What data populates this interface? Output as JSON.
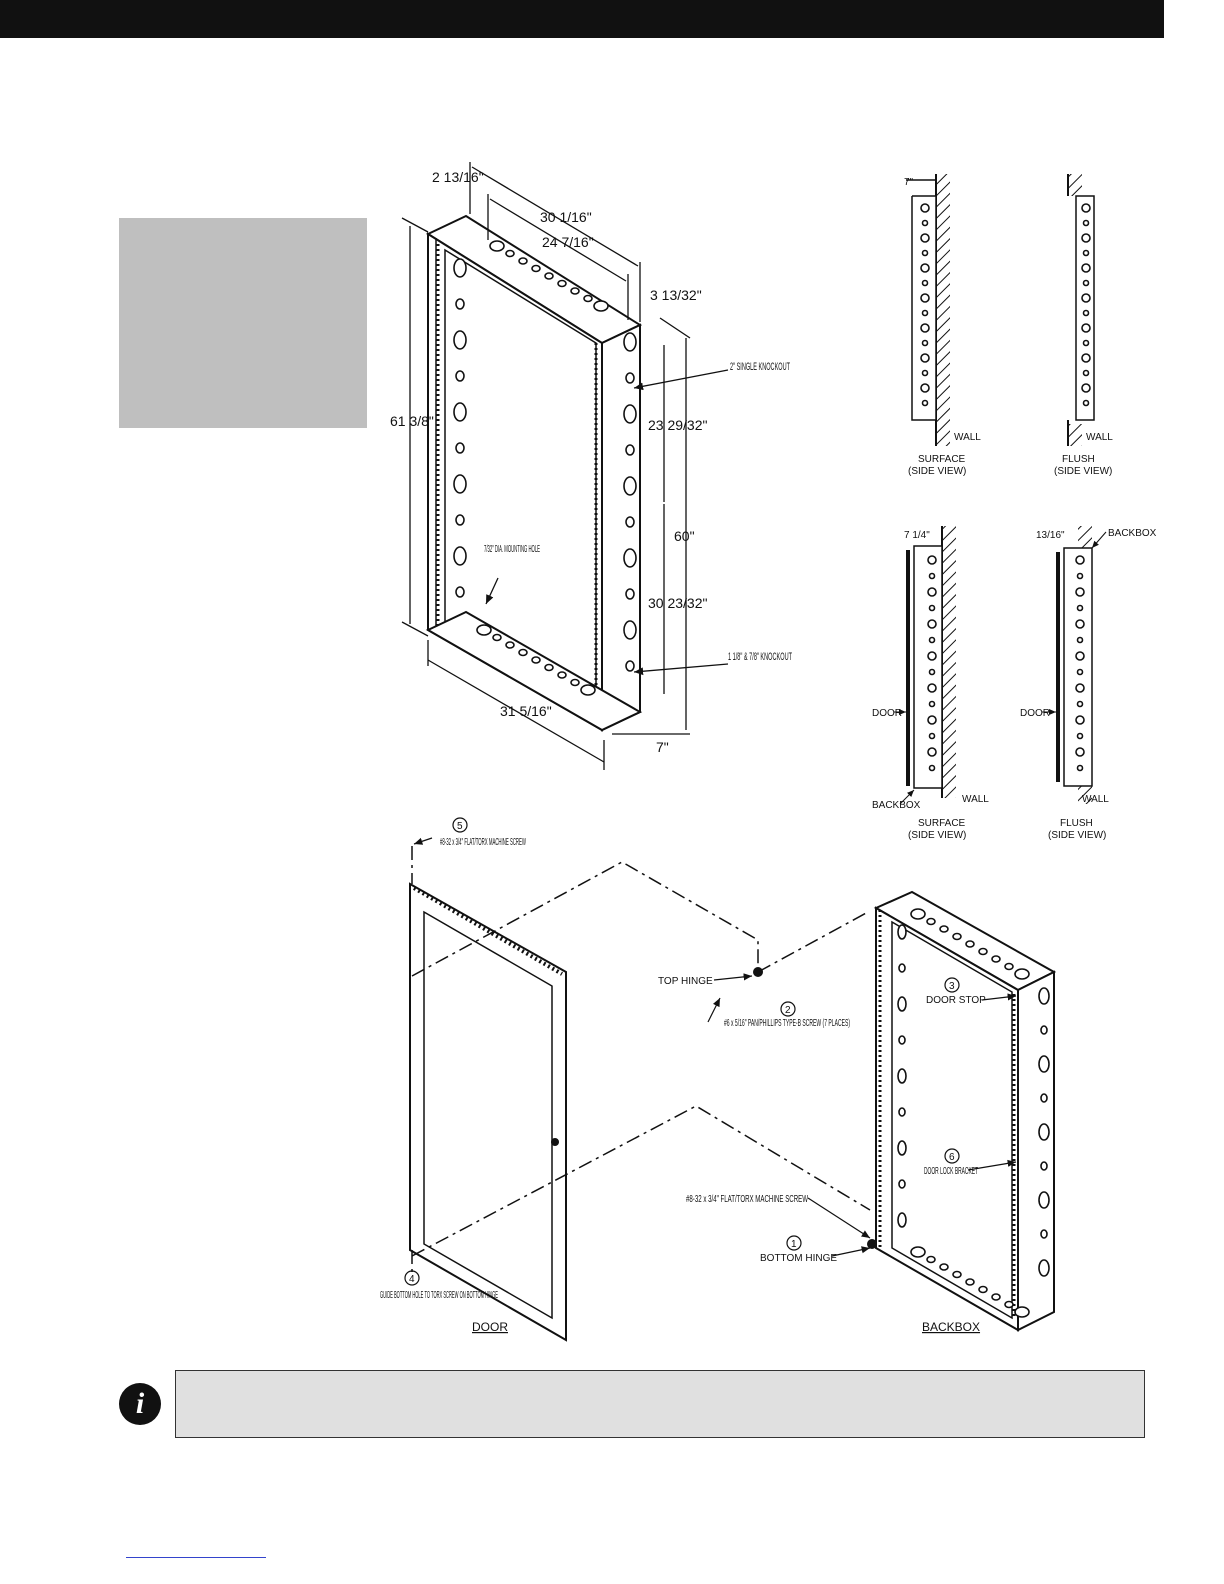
{
  "figure": {
    "top_view_dimensions": {
      "top_depth": "2 13/16\"",
      "overall_width": "30 1/16\"",
      "hole_spacing": "24 7/16\"",
      "right_offset": "3 13/32\"",
      "height": "61 3/8\"",
      "upper_section": "23 29/32\"",
      "inner_height": "60\"",
      "lower_section": "30 23/32\"",
      "bottom_width": "31 5/16\"",
      "depth": "7\""
    },
    "callouts": {
      "single_knockout": "2\" SINGLE KNOCKOUT",
      "dual_knockout": "1 1/8\" & 7/8\" KNOCKOUT",
      "mounting_hole": "7/32\" DIA. MOUNTING HOLE"
    },
    "side_views": {
      "surface_label": "SURFACE",
      "flush_label": "FLUSH",
      "side_view_label": "(SIDE VIEW)",
      "wall_label": "WALL",
      "door_label": "DOOR",
      "backbox_label": "BACKBOX",
      "dim_7": "7\"",
      "dim_7_1_4": "7 1/4\"",
      "dim_13_16": "13/16\""
    },
    "assembly": {
      "item5_num": "5",
      "item5_text": "#8-32 x 3/4\" FLAT/TORX MACHINE SCREW",
      "top_hinge": "TOP HINGE",
      "item2_num": "2",
      "item2_text": "#6 x 5/16\" PAN/PHILLIPS TYPE-B SCREW (7 PLACES)",
      "item3_num": "3",
      "item3_text": "DOOR STOP",
      "item6_num": "6",
      "item6_text": "DOOR LOCK BRACKET",
      "bottom_screw_text": "#8-32 x 3/4\" FLAT/TORX MACHINE SCREW",
      "item1_num": "1",
      "item1_text": "BOTTOM HINGE",
      "item4_num": "4",
      "item4_text": "GUIDE BOTTOM HOLE TO TORX SCREW ON BOTTOM HINGE",
      "door_caption": "DOOR",
      "backbox_caption": "BACKBOX"
    }
  },
  "note": {
    "icon": "info-icon",
    "text": ""
  }
}
